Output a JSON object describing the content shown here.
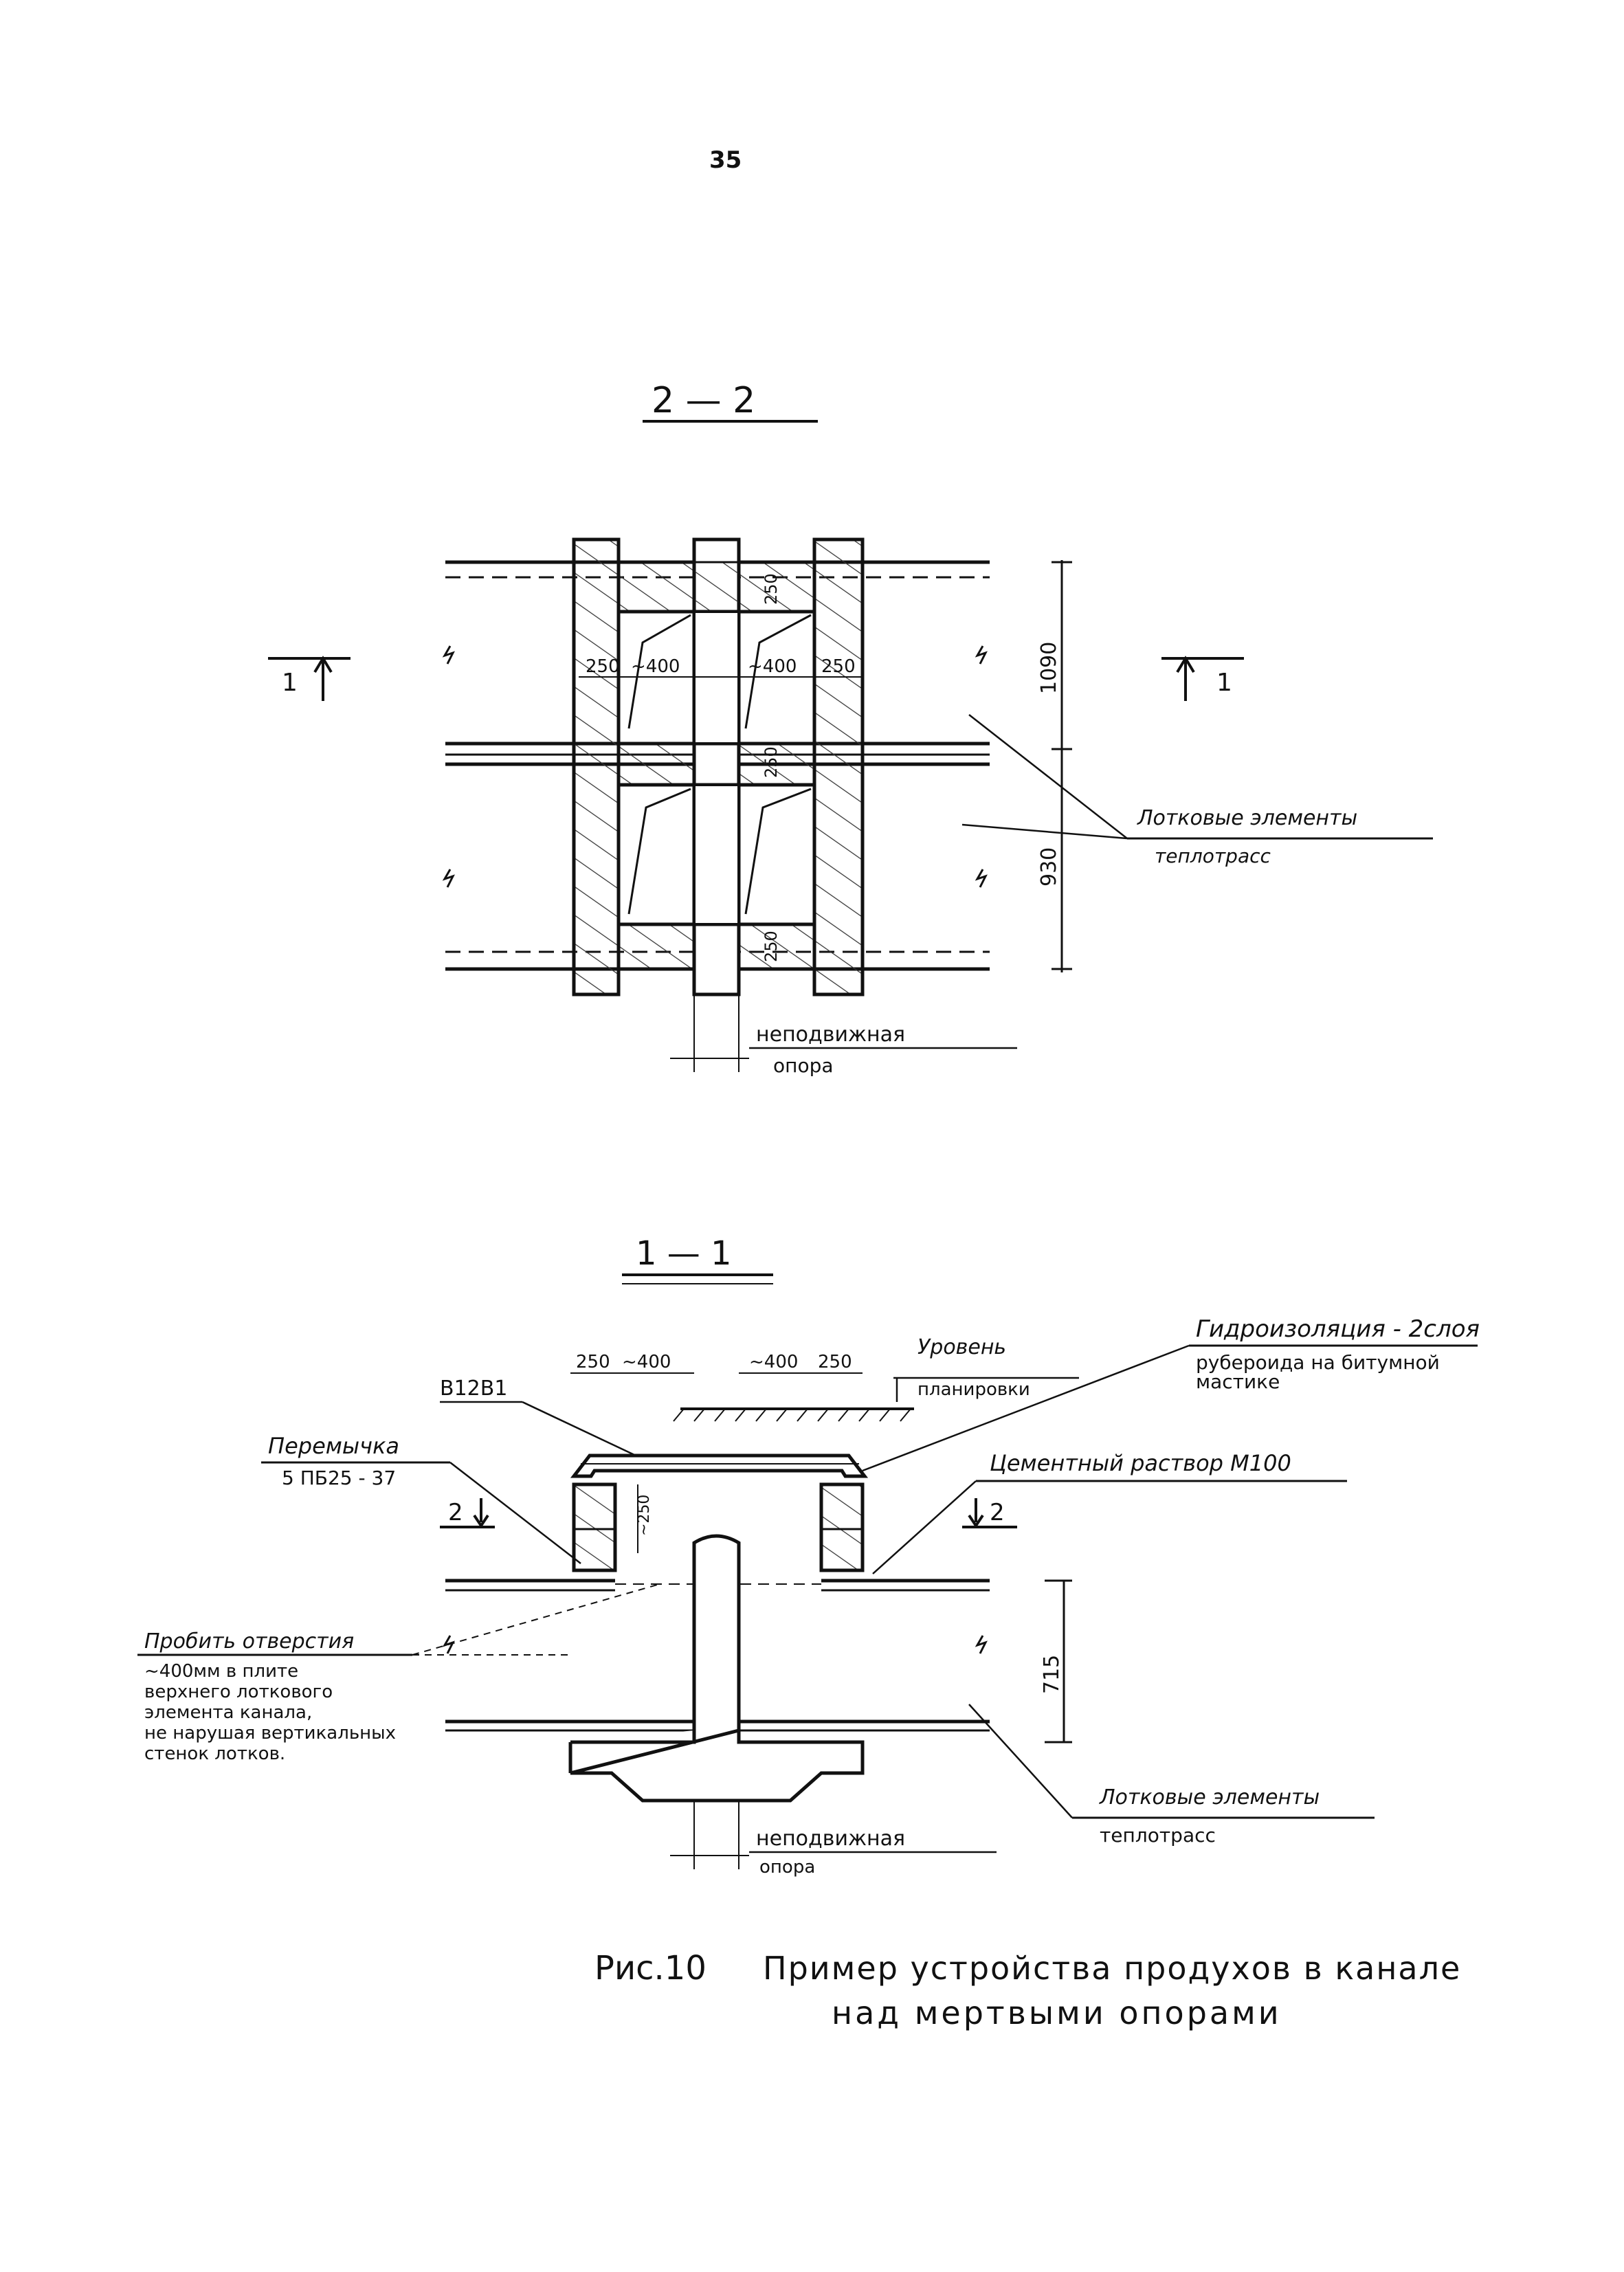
{
  "page_number": "35",
  "section_2_2": {
    "title": "2 — 2",
    "cut_marker_left": "1",
    "cut_marker_right": "1",
    "dims": {
      "wall_left": "250",
      "wall_right": "250",
      "opening_left": "~400",
      "opening_right": "~400",
      "top": "250",
      "middle": "250",
      "bottom": "250",
      "upper_height": "1090",
      "lower_height": "930"
    },
    "label_tray_line1": "Лотковые элементы",
    "label_tray_line2": "теплотрасс",
    "label_support_line1": "неподвижная",
    "label_support_line2": "опора"
  },
  "section_1_1": {
    "title": "1 — 1",
    "dims": {
      "w1": "250",
      "w2": "~400",
      "w3": "~400",
      "w4": "250",
      "h_block": "~250",
      "h_channel": "715"
    },
    "label_slab": "В12В1",
    "label_level_line1": "Уровень",
    "label_level_line2": "планировки",
    "label_waterproof_line1": "Гидроизоляция - 2слоя",
    "label_waterproof_line2": "рубероида на битумной",
    "label_waterproof_line3": "мастике",
    "label_lintel_line1": "Перемычка",
    "label_lintel_line2": "5 ПБ25 - 37",
    "label_mortar": "Цементный раствор М100",
    "cut_marker_left": "2",
    "cut_marker_right": "2",
    "note_lines": [
      "Пробить отверстия",
      "~400мм в плите",
      "верхнего лоткового",
      "элемента канала,",
      "не нарушая вертикальных",
      "стенок лотков."
    ],
    "label_tray_line1": "Лотковые элементы",
    "label_tray_line2": "теплотрасс",
    "label_support_line1": "неподвижная",
    "label_support_line2": "опора"
  },
  "caption": {
    "fig": "Рис.10",
    "line1": "Пример устройства продухов в канале",
    "line2": "над мертвыми опорами"
  }
}
